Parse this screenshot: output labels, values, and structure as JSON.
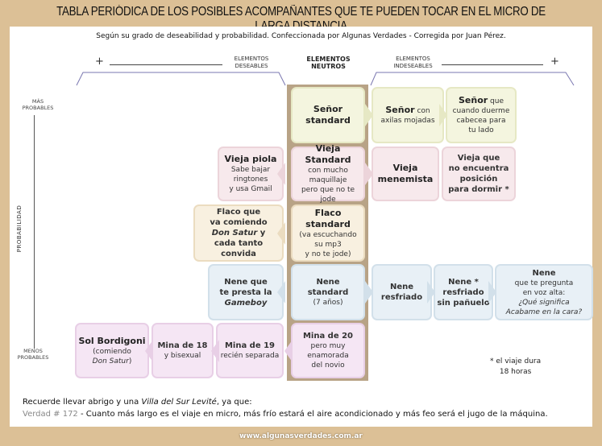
{
  "title": "TABLA PERIÓDICA DE LOS POSIBLES ACOMPAÑANTES QUE TE PUEDEN TOCAR EN EL MICRO DE LARGA DISTANCIA",
  "subtitle": "Según su grado de deseabilidad y probabilidad.  Confeccionada por Algunas Verdades - Corregida por Juan Pérez.",
  "headers": {
    "desirable": [
      "ELEMENTOS",
      "DESEABLES"
    ],
    "neutral": [
      "ELEMENTOS",
      "NEUTROS"
    ],
    "undesirable": [
      "ELEMENTOS",
      "INDESEABLES"
    ],
    "plus": "+"
  },
  "axis": {
    "top": [
      "MÁS",
      "PROBABLES"
    ],
    "label": "PROBABILIDAD",
    "bottom": [
      "MENOS",
      "PROBABLES"
    ]
  },
  "colors": {
    "background": "#dcc096",
    "senor_row": "#f4f5df",
    "vieja_row": "#f7e9ec",
    "flaco_row": "#f8f0e0",
    "nene_row": "#e8f0f6",
    "mina_row": "#f5e6f4"
  },
  "cells": [
    {
      "id": "senor-standard",
      "lines": [
        [
          {
            "t": "Señor",
            "s": "b"
          }
        ],
        [
          {
            "t": "standard",
            "s": "b"
          }
        ]
      ]
    },
    {
      "id": "senor-axilas",
      "lines": [
        [
          {
            "t": "Señor",
            "s": "b"
          },
          {
            "t": " con"
          }
        ],
        [
          {
            "t": "axilas mojadas"
          }
        ]
      ]
    },
    {
      "id": "senor-cabecea",
      "lines": [
        [
          {
            "t": "Señor",
            "s": "b"
          },
          {
            "t": " que"
          }
        ],
        [
          {
            "t": "cuando duerme"
          }
        ],
        [
          {
            "t": "cabecea para"
          }
        ],
        [
          {
            "t": "tu lado"
          }
        ]
      ]
    },
    {
      "id": "vieja-piola",
      "lines": [
        [
          {
            "t": "Vieja piola",
            "s": "b"
          }
        ],
        [
          {
            "t": "Sabe bajar"
          }
        ],
        [
          {
            "t": "ringtones"
          }
        ],
        [
          {
            "t": "y usa Gmail"
          }
        ]
      ]
    },
    {
      "id": "vieja-standard",
      "lines": [
        [
          {
            "t": "Vieja Standard",
            "s": "b"
          }
        ],
        [
          {
            "t": "con mucho maquillaje"
          }
        ],
        [
          {
            "t": "pero que no te jode"
          }
        ]
      ]
    },
    {
      "id": "vieja-menemista",
      "lines": [
        [
          {
            "t": "Vieja",
            "s": "b"
          }
        ],
        [
          {
            "t": "menemista",
            "s": "b"
          }
        ]
      ]
    },
    {
      "id": "vieja-posicion",
      "lines": [
        [
          {
            "t": "Vieja que",
            "s": "m"
          }
        ],
        [
          {
            "t": "no encuentra",
            "s": "m"
          }
        ],
        [
          {
            "t": "posición",
            "s": "m"
          }
        ],
        [
          {
            "t": "para dormir *",
            "s": "m"
          }
        ]
      ]
    },
    {
      "id": "flaco-satur",
      "lines": [
        [
          {
            "t": "Flaco que",
            "s": "m"
          }
        ],
        [
          {
            "t": "va comiendo",
            "s": "m"
          }
        ],
        [
          {
            "t": "Don Satur",
            "s": "m i"
          },
          {
            "t": " y",
            "s": "m"
          }
        ],
        [
          {
            "t": "cada tanto",
            "s": "m"
          }
        ],
        [
          {
            "t": "convida",
            "s": "m"
          }
        ]
      ]
    },
    {
      "id": "flaco-standard",
      "lines": [
        [
          {
            "t": "Flaco standard",
            "s": "b"
          }
        ],
        [
          {
            "t": "(va escuchando"
          }
        ],
        [
          {
            "t": "su mp3"
          }
        ],
        [
          {
            "t": "y no te jode)"
          }
        ]
      ]
    },
    {
      "id": "nene-gameboy",
      "lines": [
        [
          {
            "t": "Nene que",
            "s": "m"
          }
        ],
        [
          {
            "t": "te presta la",
            "s": "m"
          }
        ],
        [
          {
            "t": "Gameboy",
            "s": "m i"
          }
        ]
      ]
    },
    {
      "id": "nene-standard",
      "lines": [
        [
          {
            "t": "Nene",
            "s": "m"
          }
        ],
        [
          {
            "t": "standard",
            "s": "m"
          }
        ],
        [
          {
            "t": "(7 años)"
          }
        ]
      ]
    },
    {
      "id": "nene-resfriado",
      "lines": [
        [
          {
            "t": "Nene",
            "s": "m"
          }
        ],
        [
          {
            "t": "resfriado",
            "s": "m"
          }
        ]
      ]
    },
    {
      "id": "nene-sin-panuelo",
      "lines": [
        [
          {
            "t": "Nene *",
            "s": "m"
          }
        ],
        [
          {
            "t": "resfriado",
            "s": "m"
          }
        ],
        [
          {
            "t": "sin pañuelo",
            "s": "m"
          }
        ]
      ]
    },
    {
      "id": "nene-pregunta",
      "lines": [
        [
          {
            "t": "Nene",
            "s": "m"
          }
        ],
        [
          {
            "t": "que te pregunta"
          }
        ],
        [
          {
            "t": "en voz alta:"
          }
        ],
        [
          {
            "t": "¿Qué significa",
            "s": "i"
          }
        ],
        [
          {
            "t": "Acabame en la cara?",
            "s": "i"
          }
        ]
      ]
    },
    {
      "id": "sol-bordigoni",
      "lines": [
        [
          {
            "t": "Sol Bordigoni",
            "s": "b"
          }
        ],
        [
          {
            "t": "(comiendo"
          }
        ],
        [
          {
            "t": "Don Satur",
            "s": "i"
          },
          {
            "t": ")"
          }
        ]
      ]
    },
    {
      "id": "mina-18",
      "lines": [
        [
          {
            "t": "Mina de 18",
            "s": "m"
          }
        ],
        [
          {
            "t": "y bisexual"
          }
        ]
      ]
    },
    {
      "id": "mina-19",
      "lines": [
        [
          {
            "t": "Mina de 19",
            "s": "m"
          }
        ],
        [
          {
            "t": "recién separada"
          }
        ]
      ]
    },
    {
      "id": "mina-20",
      "lines": [
        [
          {
            "t": "Mina de 20",
            "s": "m"
          }
        ],
        [
          {
            "t": "pero muy"
          }
        ],
        [
          {
            "t": "enamorada"
          }
        ],
        [
          {
            "t": "del novio"
          }
        ]
      ]
    }
  ],
  "footnote": [
    "* el viaje dura",
    "18 horas"
  ],
  "note": {
    "line1_a": "Recuerde llevar abrigo y una ",
    "line1_i": "Villa del Sur Levité",
    "line1_b": ", ya que:",
    "verdad": "Verdad # 172",
    "line2": " - Cuanto más largo es el viaje en micro, más frío estará el aire acondicionado y más feo será el jugo de la máquina."
  },
  "url": "www.algunasverdades.com.ar"
}
